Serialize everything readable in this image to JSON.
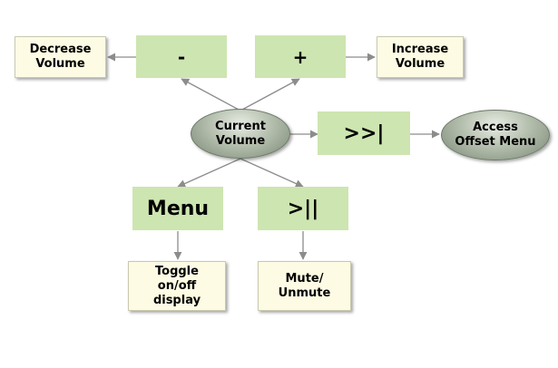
{
  "nodes": {
    "decrease_volume": "Decrease\nVolume",
    "minus_button": "-",
    "plus_button": "+",
    "increase_volume": "Increase\nVolume",
    "current_volume": "Current\nVolume",
    "skip_button": ">>|",
    "access_offset_menu": "Access\nOffset Menu",
    "menu_button": "Menu",
    "play_pause_button": ">||",
    "toggle_display": "Toggle\non/off\ndisplay",
    "mute_unmute": "Mute/\nUnmute"
  },
  "colors": {
    "button_fill": "#cde5b0",
    "result_fill": "#fdfbe4",
    "connector": "#8c8c8c"
  }
}
